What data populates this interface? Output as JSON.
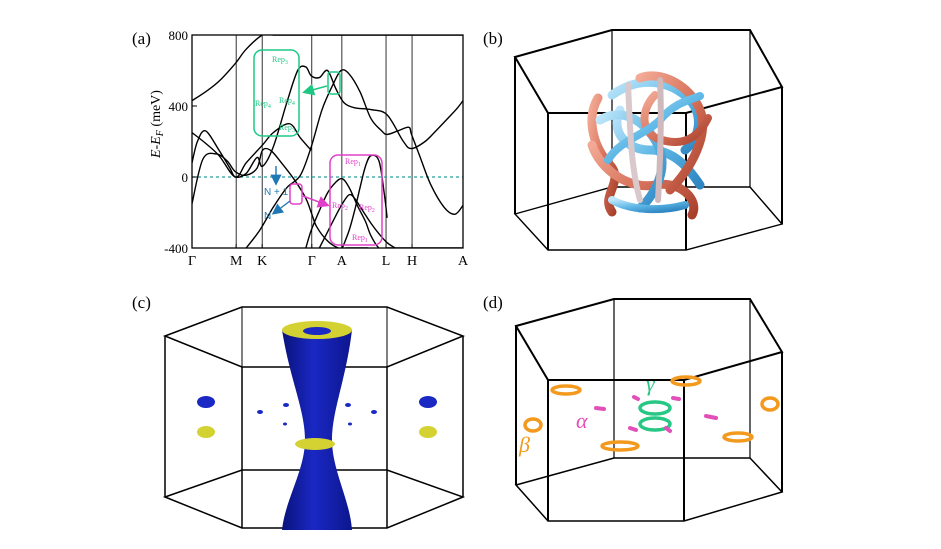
{
  "figure": {
    "panels": [
      {
        "label": "(a)"
      },
      {
        "label": "(b)"
      },
      {
        "label": "(c)"
      },
      {
        "label": "(d)"
      }
    ]
  },
  "chart_data": [
    {
      "type": "line",
      "panel": "(a)",
      "ylabel": "E-E_F (meV)",
      "ylim": [
        -400,
        800
      ],
      "yticks": [
        -400,
        0,
        400,
        800
      ],
      "ytick_labels": [
        "-400",
        "0",
        "400",
        "800"
      ],
      "xticks": [
        {
          "label": "Γ",
          "k": 0.0
        },
        {
          "label": "M",
          "k": 0.163
        },
        {
          "label": "K",
          "k": 0.259
        },
        {
          "label": "Γ",
          "k": 0.442
        },
        {
          "label": "A",
          "k": 0.553
        },
        {
          "label": "L",
          "k": 0.716
        },
        {
          "label": "H",
          "k": 0.812
        },
        {
          "label": "A",
          "k": 1.0
        }
      ],
      "fermi_level": 0,
      "fermi_color": "#2a9d9d",
      "band_color": "#000000",
      "bands": [
        {
          "k": [
            0,
            0.05,
            0.1,
            0.16,
            0.2,
            0.26,
            0.3,
            0.35,
            0.44,
            0.5,
            0.55,
            0.6,
            0.66,
            0.72,
            0.78,
            0.81,
            0.86,
            0.92,
            0.97,
            1.0
          ],
          "E": [
            430,
            480,
            540,
            640,
            720,
            800,
            800,
            800,
            800,
            800,
            800,
            800,
            800,
            800,
            800,
            800,
            800,
            800,
            800,
            800
          ]
        },
        {
          "k": [
            0,
            0.05,
            0.1,
            0.16,
            0.2,
            0.26,
            0.3,
            0.36,
            0.4,
            0.44
          ],
          "E": [
            250,
            190,
            120,
            0,
            80,
            180,
            250,
            300,
            220,
            150
          ]
        },
        {
          "k": [
            0,
            0.02,
            0.05,
            0.1,
            0.14,
            0.16,
            0.2,
            0.24,
            0.26,
            0.3,
            0.35,
            0.39,
            0.42,
            0.44,
            0.47,
            0.5,
            0.53,
            0.56,
            0.6,
            0.66,
            0.72,
            0.78,
            0.81,
            0.86,
            0.9,
            0.95,
            0.98,
            1.0
          ],
          "E": [
            80,
            200,
            260,
            150,
            50,
            0,
            20,
            110,
            60,
            170,
            420,
            600,
            620,
            570,
            560,
            600,
            500,
            420,
            390,
            380,
            350,
            200,
            160,
            200,
            260,
            340,
            390,
            430
          ]
        },
        {
          "k": [
            0,
            0.04,
            0.09,
            0.13,
            0.16,
            0.2,
            0.24,
            0.26,
            0.29,
            0.33,
            0.38,
            0.42,
            0.44,
            0.46,
            0.5,
            0.54,
            0.57,
            0.6,
            0.65
          ],
          "E": [
            -150,
            100,
            130,
            90,
            30,
            10,
            50,
            150,
            150,
            80,
            -20,
            -120,
            -200,
            -280,
            -360,
            -400,
            -400,
            -400,
            -400
          ]
        },
        {
          "k": [
            0.2,
            0.25,
            0.3,
            0.35,
            0.4,
            0.44,
            0.48,
            0.52,
            0.55,
            0.58,
            0.62,
            0.66,
            0.7,
            0.72,
            0.76,
            0.8,
            0.81,
            0.84,
            0.88,
            0.93,
            0.97,
            1.0
          ],
          "E": [
            -400,
            -300,
            -170,
            -60,
            10,
            170,
            380,
            520,
            600,
            580,
            480,
            330,
            260,
            240,
            260,
            280,
            240,
            120,
            -40,
            -170,
            -210,
            -160
          ]
        },
        {
          "k": [
            0.42,
            0.44,
            0.47,
            0.5,
            0.53,
            0.555,
            0.58,
            0.61,
            0.64,
            0.66,
            0.69,
            0.72,
            0.76,
            0.81,
            0.86,
            0.9,
            0.95,
            1.0
          ],
          "E": [
            -400,
            -300,
            -190,
            -90,
            -30,
            -10,
            -60,
            -160,
            -250,
            -330,
            -400,
            -400,
            -400,
            -400,
            -400,
            -400,
            -400,
            -400
          ]
        },
        {
          "k": [
            0.47,
            0.5,
            0.53,
            0.555,
            0.58,
            0.6,
            0.63,
            0.66,
            0.69,
            0.72,
            0.75
          ],
          "E": [
            -400,
            -310,
            -220,
            -150,
            -100,
            -120,
            -190,
            -260,
            -320,
            -370,
            -400
          ]
        },
        {
          "k": [
            0.555,
            0.58,
            0.6,
            0.62,
            0.64,
            0.66,
            0.69,
            0.71,
            0.72
          ],
          "E": [
            -400,
            -300,
            -190,
            -60,
            60,
            120,
            90,
            -100,
            -230
          ]
        }
      ],
      "annotations": [
        {
          "text": "N + 1",
          "color": "#1f78b4"
        },
        {
          "text": "N",
          "color": "#1f78b4"
        },
        {
          "group": "green",
          "color": "#1ec884",
          "labels": [
            "Rep",
            "Rep",
            "Rep",
            "Rep"
          ],
          "subscripts": [
            "3",
            "4",
            "4",
            "3"
          ]
        },
        {
          "group": "magenta",
          "color": "#e040c8",
          "labels": [
            "Rep",
            "Rep",
            "Rep",
            "Rep"
          ],
          "subscripts": [
            "1",
            "2",
            "2",
            "1"
          ]
        }
      ]
    },
    {
      "type": "other",
      "panel": "(b)",
      "description_colors": {
        "nodal_red": "#d8735c",
        "nodal_blue": "#5fb8e6"
      }
    },
    {
      "type": "other",
      "panel": "(c)",
      "colors": {
        "surface": "#1a28c4",
        "cap": "#d4d232"
      }
    },
    {
      "type": "other",
      "panel": "(d)",
      "loop_labels": [
        {
          "text": "α",
          "color": "#e24fb8"
        },
        {
          "text": "β",
          "color": "#f39a1e"
        },
        {
          "text": "γ",
          "color": "#26c884"
        }
      ]
    }
  ]
}
